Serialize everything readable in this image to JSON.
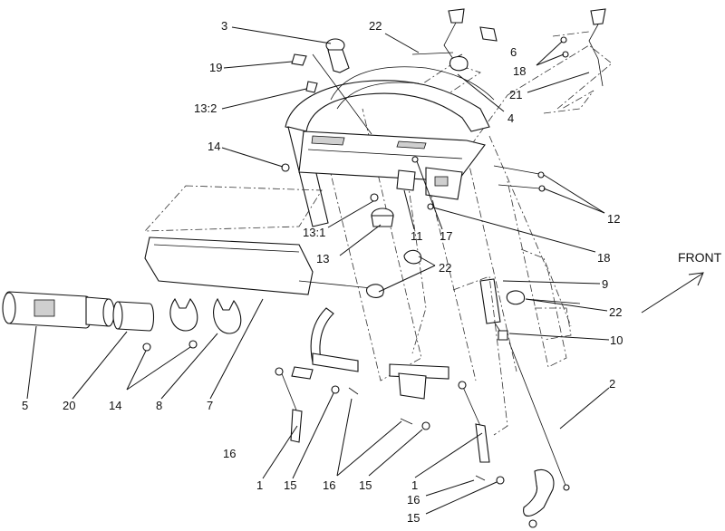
{
  "front_label": "FRONT",
  "callouts": [
    {
      "id": "c3",
      "text": "3"
    },
    {
      "id": "c19",
      "text": "19"
    },
    {
      "id": "c13_2",
      "text": "13:2"
    },
    {
      "id": "c14a",
      "text": "14"
    },
    {
      "id": "c22a",
      "text": "22"
    },
    {
      "id": "c6",
      "text": "6"
    },
    {
      "id": "c18a",
      "text": "18"
    },
    {
      "id": "c21",
      "text": "21"
    },
    {
      "id": "c4",
      "text": "4"
    },
    {
      "id": "c12",
      "text": "12"
    },
    {
      "id": "c13_1",
      "text": "13:1"
    },
    {
      "id": "c13",
      "text": "13"
    },
    {
      "id": "c11",
      "text": "11"
    },
    {
      "id": "c17",
      "text": "17"
    },
    {
      "id": "c18b",
      "text": "18"
    },
    {
      "id": "c22b",
      "text": "22"
    },
    {
      "id": "c9",
      "text": "9"
    },
    {
      "id": "c22c",
      "text": "22"
    },
    {
      "id": "c10",
      "text": "10"
    },
    {
      "id": "c2",
      "text": "2"
    },
    {
      "id": "c5",
      "text": "5"
    },
    {
      "id": "c20",
      "text": "20"
    },
    {
      "id": "c14b",
      "text": "14"
    },
    {
      "id": "c8",
      "text": "8"
    },
    {
      "id": "c7",
      "text": "7"
    },
    {
      "id": "c16a",
      "text": "16"
    },
    {
      "id": "c1a",
      "text": "1"
    },
    {
      "id": "c15a",
      "text": "15"
    },
    {
      "id": "c16b",
      "text": "16"
    },
    {
      "id": "c15b",
      "text": "15"
    },
    {
      "id": "c1b",
      "text": "1"
    },
    {
      "id": "c16c",
      "text": "16"
    },
    {
      "id": "c15c",
      "text": "15"
    }
  ]
}
